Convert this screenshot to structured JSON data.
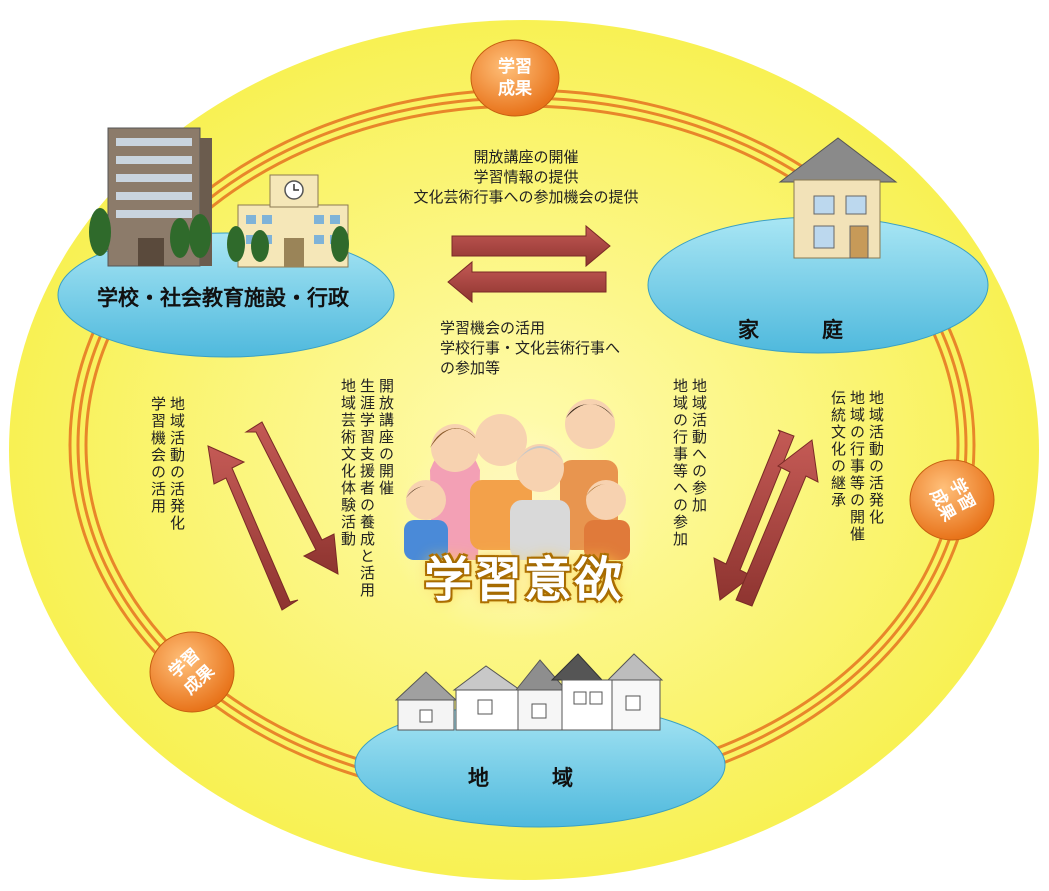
{
  "nodes": {
    "school": "学校・社会教育施設・行政",
    "home": "家　　　庭",
    "community": "地　　　域"
  },
  "center_label": "学習意欲",
  "badges": {
    "top": "学習\n成果",
    "right": "学習\n成果",
    "left": "学習\n成果"
  },
  "flows": {
    "school_to_home": [
      "開放講座の開催",
      "学習情報の提供",
      "文化芸術行事への参加機会の提供"
    ],
    "home_to_school": [
      "学習機会の活用",
      "学校行事・文化芸術行事へ",
      "の参加等"
    ],
    "school_to_community": "開放講座の開催\n生涯学習支援者の養成と活用\n地域芸術文化体験活動",
    "community_to_school": "地域活動の活発化\n学習機会の活用",
    "home_to_community": "地域活動への参加\n地域の行事等への参加",
    "community_to_home": "地域活動の活発化\n地域の行事等の開催\n伝統文化の継承"
  },
  "colors": {
    "background_ellipse": "#fbf75c",
    "node_fill": "#6ccde8",
    "ring": "#e8862a",
    "arrow": "#a8443f",
    "badge": "#f08a1e"
  }
}
